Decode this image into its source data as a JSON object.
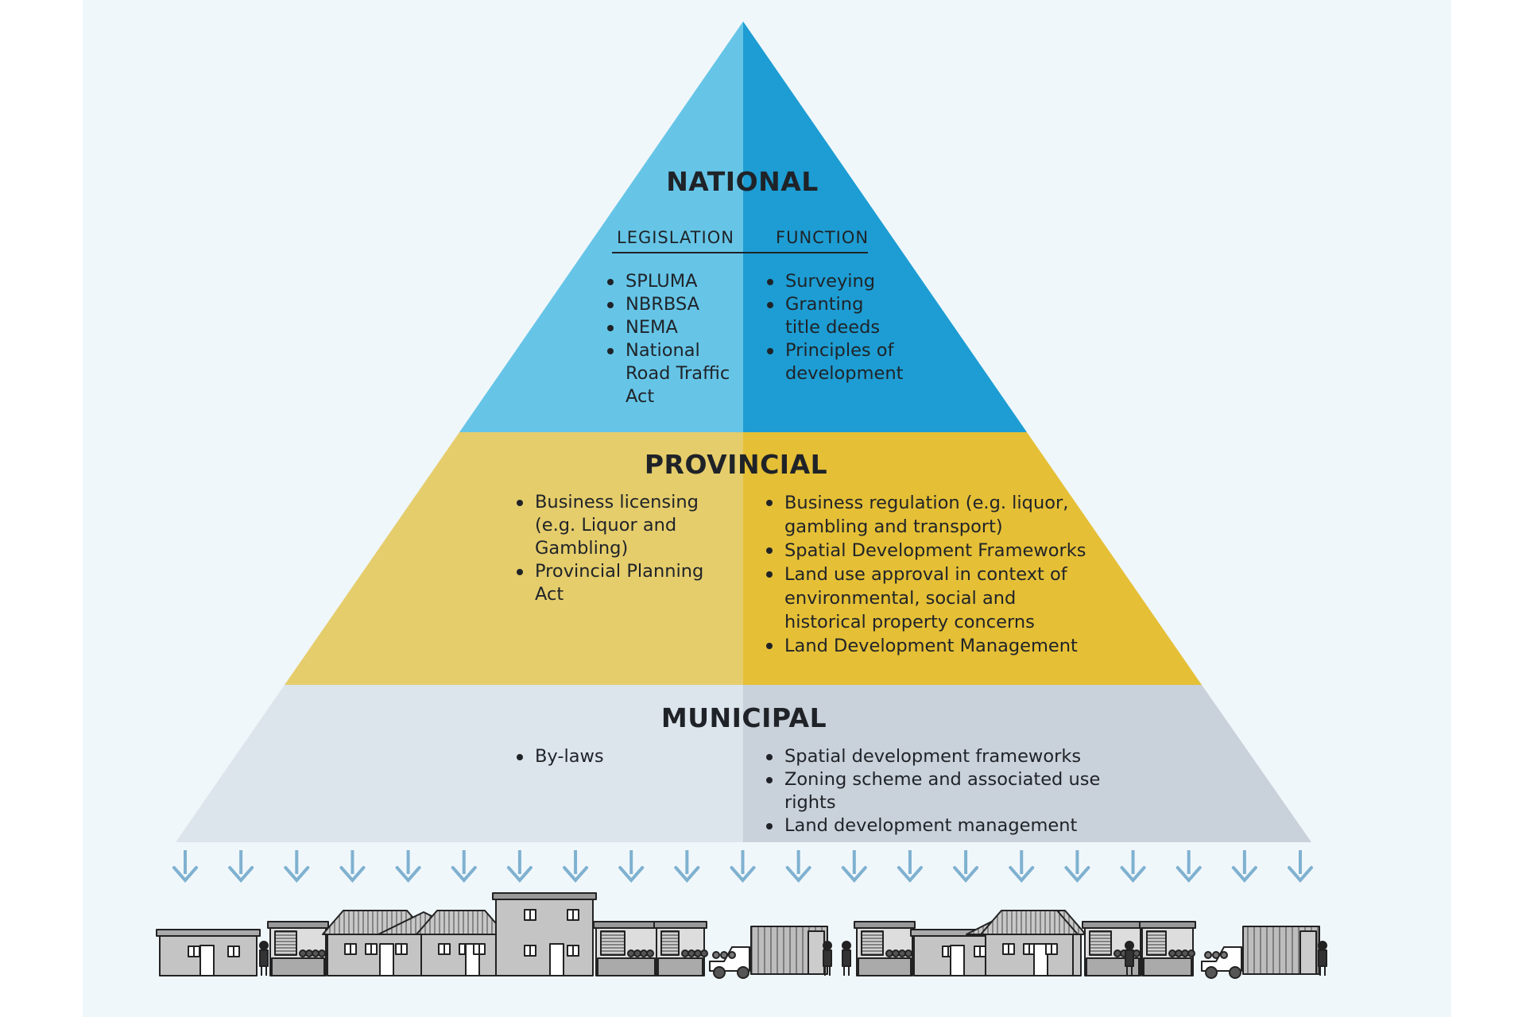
{
  "colors": {
    "national_left": "#66c5e7",
    "national_right": "#1d9dd3",
    "provincial_left": "#e5cd6c",
    "provincial_right": "#e5bf36",
    "municipal_left": "#dde5ec",
    "municipal_right": "#c9d1da",
    "arrow": "#7fb1d0",
    "background": "#f0f7fb"
  },
  "national": {
    "title": "NATIONAL",
    "legislation_heading": "LEGISLATION",
    "function_heading": "FUNCTION",
    "legislation": [
      "SPLUMA",
      "NBRBSA",
      "NEMA",
      "National Road Traffic Act"
    ],
    "function": [
      "Surveying",
      "Granting title deeds",
      "Principles of development"
    ]
  },
  "provincial": {
    "title": "PROVINCIAL",
    "legislation": [
      "Business licensing (e.g. Liquor and Gambling)",
      "Provincial Planning Act"
    ],
    "function": [
      "Business regulation (e.g. liquor, gambling and transport)",
      "Spatial Development Frameworks",
      "Land use approval in context of environmental, social and historical property concerns",
      "Land Development Management"
    ]
  },
  "municipal": {
    "title": "MUNICIPAL",
    "legislation": [
      "By-laws"
    ],
    "function": [
      "Spatial development frameworks",
      "Zoning scheme and associated use rights",
      "Land development management"
    ]
  },
  "arrows": {
    "icon": "arrow-down-icon",
    "count": 21
  },
  "street": {
    "icon": "township-street-illustration"
  }
}
